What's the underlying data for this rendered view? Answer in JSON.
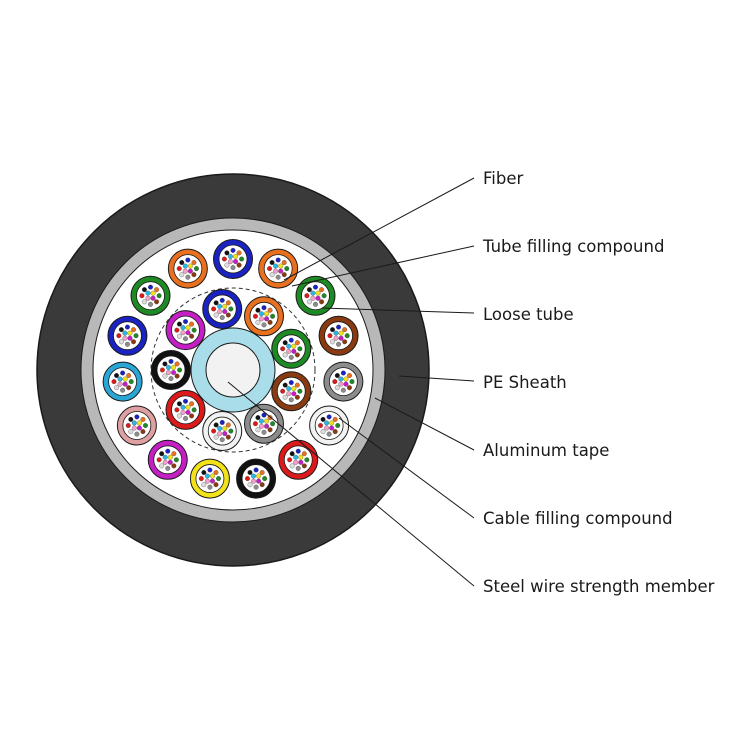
{
  "colors": {
    "sheath": "#3a3a3a",
    "aluminum_tape": "#b8b8b8",
    "cable_filling": "#ffffff",
    "strength_member_coat": "#a9dde9",
    "steel_wire": "#f2f2f2",
    "outline": "#1a1a1a"
  },
  "tube_colors": {
    "blue": "#1a23c2",
    "orange": "#e8701e",
    "green": "#1e8a23",
    "brown": "#8a3a10",
    "slate": "#8c8c8c",
    "white": "#f2f2f2",
    "red": "#dd1a1a",
    "black": "#111111",
    "yellow": "#f2e21a",
    "violet": "#c51ec5",
    "rose": "#dea0a0",
    "aqua": "#2aa6d6"
  },
  "fiber_colors": [
    "#1a23c2",
    "#e8701e",
    "#1e8a23",
    "#8a3a10",
    "#8c8c8c",
    "#dddddd",
    "#dd1a1a",
    "#111111",
    "#f2e21a",
    "#c51ec5",
    "#f4a0c8",
    "#2ab6e6"
  ],
  "outer_tubes": [
    {
      "icon": "loose-tube-icon",
      "color": "blue"
    },
    {
      "icon": "loose-tube-icon",
      "color": "orange"
    },
    {
      "icon": "loose-tube-icon",
      "color": "green"
    },
    {
      "icon": "loose-tube-icon",
      "color": "brown"
    },
    {
      "icon": "loose-tube-icon",
      "color": "slate"
    },
    {
      "icon": "loose-tube-icon",
      "color": "white"
    },
    {
      "icon": "loose-tube-icon",
      "color": "red"
    },
    {
      "icon": "loose-tube-icon",
      "color": "black"
    },
    {
      "icon": "loose-tube-icon",
      "color": "yellow"
    },
    {
      "icon": "loose-tube-icon",
      "color": "violet"
    },
    {
      "icon": "loose-tube-icon",
      "color": "rose"
    },
    {
      "icon": "loose-tube-icon",
      "color": "aqua"
    },
    {
      "icon": "loose-tube-icon",
      "color": "blue"
    },
    {
      "icon": "loose-tube-icon",
      "color": "green"
    },
    {
      "icon": "loose-tube-icon",
      "color": "orange"
    }
  ],
  "inner_tubes": [
    {
      "icon": "loose-tube-icon",
      "color": "orange"
    },
    {
      "icon": "loose-tube-icon",
      "color": "green"
    },
    {
      "icon": "loose-tube-icon",
      "color": "brown"
    },
    {
      "icon": "loose-tube-icon",
      "color": "slate"
    },
    {
      "icon": "loose-tube-icon",
      "color": "white"
    },
    {
      "icon": "loose-tube-icon",
      "color": "red"
    },
    {
      "icon": "loose-tube-icon",
      "color": "black"
    },
    {
      "icon": "loose-tube-icon",
      "color": "violet"
    },
    {
      "icon": "loose-tube-icon",
      "color": "blue"
    }
  ],
  "labels": [
    {
      "key": "fiber",
      "text": "Fiber"
    },
    {
      "key": "tube_filling",
      "text": "Tube filling compound"
    },
    {
      "key": "loose_tube",
      "text": "Loose tube"
    },
    {
      "key": "pe_sheath",
      "text": "PE Sheath"
    },
    {
      "key": "aluminum_tape",
      "text": "Aluminum tape"
    },
    {
      "key": "cable_filling",
      "text": "Cable filling compound"
    },
    {
      "key": "strength_member",
      "text": "Steel wire strength member"
    }
  ]
}
